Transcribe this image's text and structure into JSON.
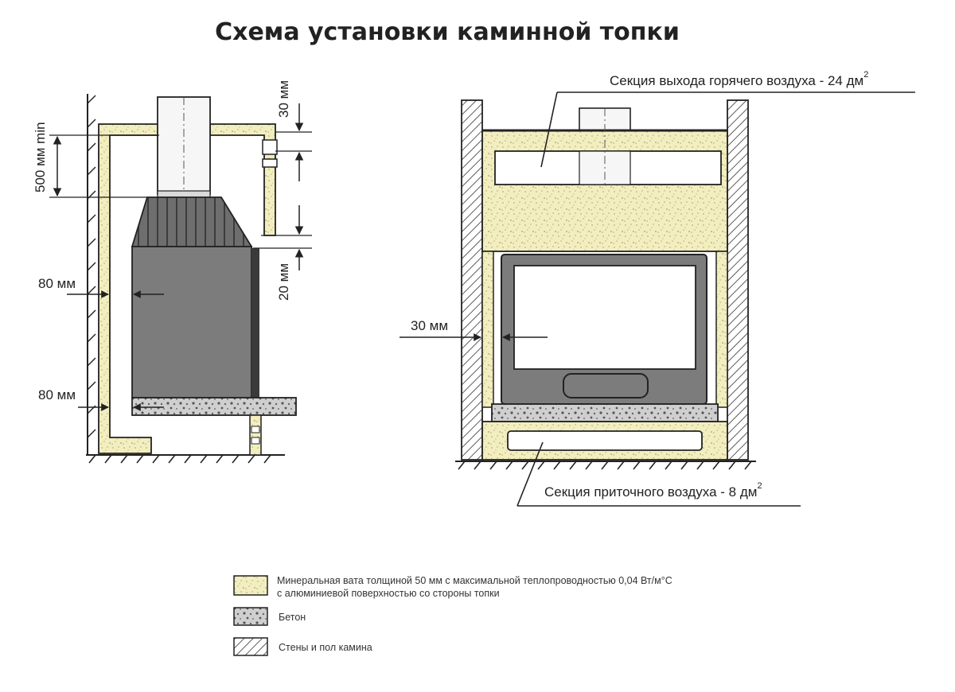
{
  "title": "Схема установки каминной топки",
  "colors": {
    "insulation": "#f2eebf",
    "concrete": "#cfcfcf",
    "firebox": "#7c7c7c",
    "firebox_dark": "#5a5a5a",
    "line": "#222222"
  },
  "left_view": {
    "dim_top_right": "30 мм",
    "dim_min_height": "500 мм min",
    "dim_side_gap": "80 мм",
    "dim_bottom_gap": "80 мм",
    "dim_lower_right": "20 мм"
  },
  "right_view": {
    "hot_air_label": "Секция выхода горячего воздуха - 24 дм",
    "hot_air_sup": "2",
    "side_gap": "30 мм",
    "supply_air_label": "Секция приточного  воздуха - 8 дм",
    "supply_air_sup": "2"
  },
  "legend": [
    {
      "kind": "insulation",
      "line1": "Минеральная вата толщиной 50 мм с максимальной теплопроводностью 0,04 Вт/м°С",
      "line2": "с алюминиевой поверхностью со стороны топки"
    },
    {
      "kind": "concrete",
      "line1": "Бетон"
    },
    {
      "kind": "walls",
      "line1": "Стены и пол камина"
    }
  ]
}
